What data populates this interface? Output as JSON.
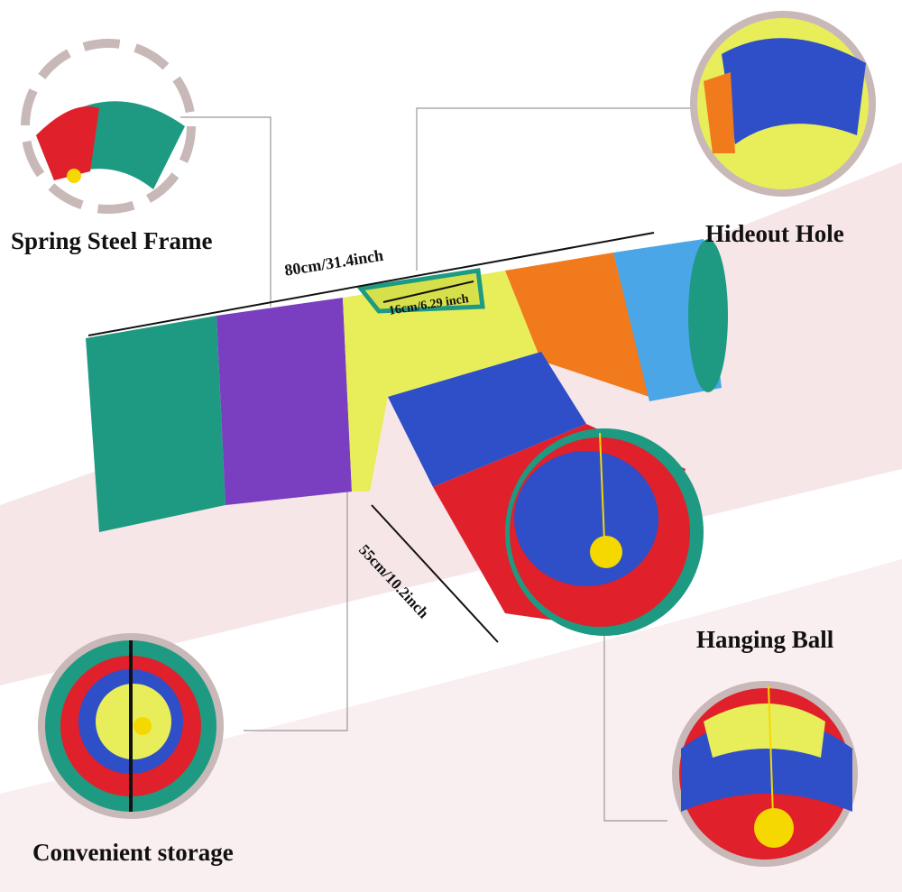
{
  "features": {
    "spring_frame": "Spring Steel Frame",
    "hideout": "Hideout Hole",
    "hanging_ball": "Hanging Ball",
    "storage": "Convenient storage"
  },
  "dimensions": {
    "length": "80cm/31.4inch",
    "hole": "16cm/6.29 inch",
    "branch": "55cm/10.2inch"
  },
  "colors": {
    "teal": "#1e9a82",
    "purple": "#7a3fc0",
    "yellow": "#e8ee5a",
    "blue": "#2e4fc8",
    "red": "#e0202a",
    "orange": "#f07a1c",
    "lightblue": "#4aa6e6",
    "ring": "#c8b8b8"
  }
}
